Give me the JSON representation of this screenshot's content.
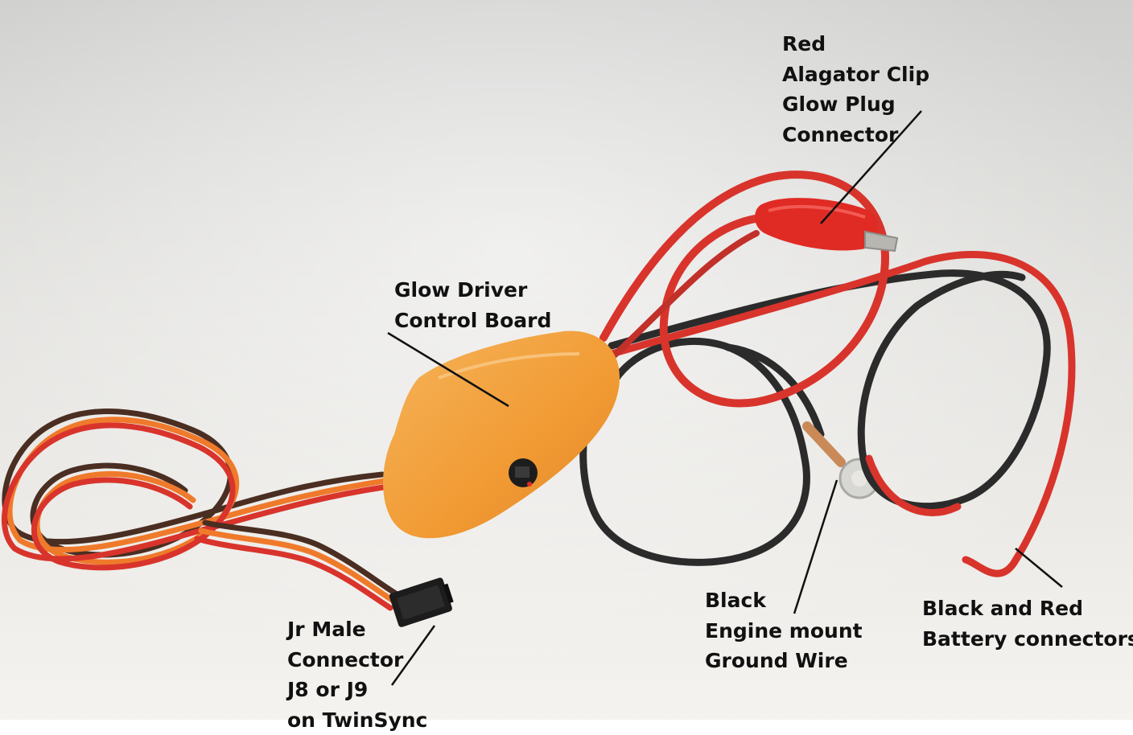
{
  "labels": {
    "red_clip": [
      "Red",
      "Alagator Clip",
      "Glow Plug",
      "Connector"
    ],
    "control_board": [
      "Glow Driver",
      "Control Board"
    ],
    "jr_connector": [
      "Jr Male",
      "Connector",
      "J8 or J9",
      "on TwinSync"
    ],
    "ground_wire": [
      "Black",
      "Engine mount",
      "Ground Wire"
    ],
    "battery": [
      "Black and Red",
      "Battery connectors"
    ]
  },
  "colors": {
    "background_top": "#d6d6d4",
    "background_bottom": "#f4f2ee",
    "driver_body": "#f3a13e",
    "red_wire": "#d8342c",
    "orange_wire": "#ef7a2b",
    "brown_wire": "#4a2e22",
    "black_wire": "#2b2b2b",
    "clip_red": "#e02b24",
    "leader_line": "#111111"
  }
}
